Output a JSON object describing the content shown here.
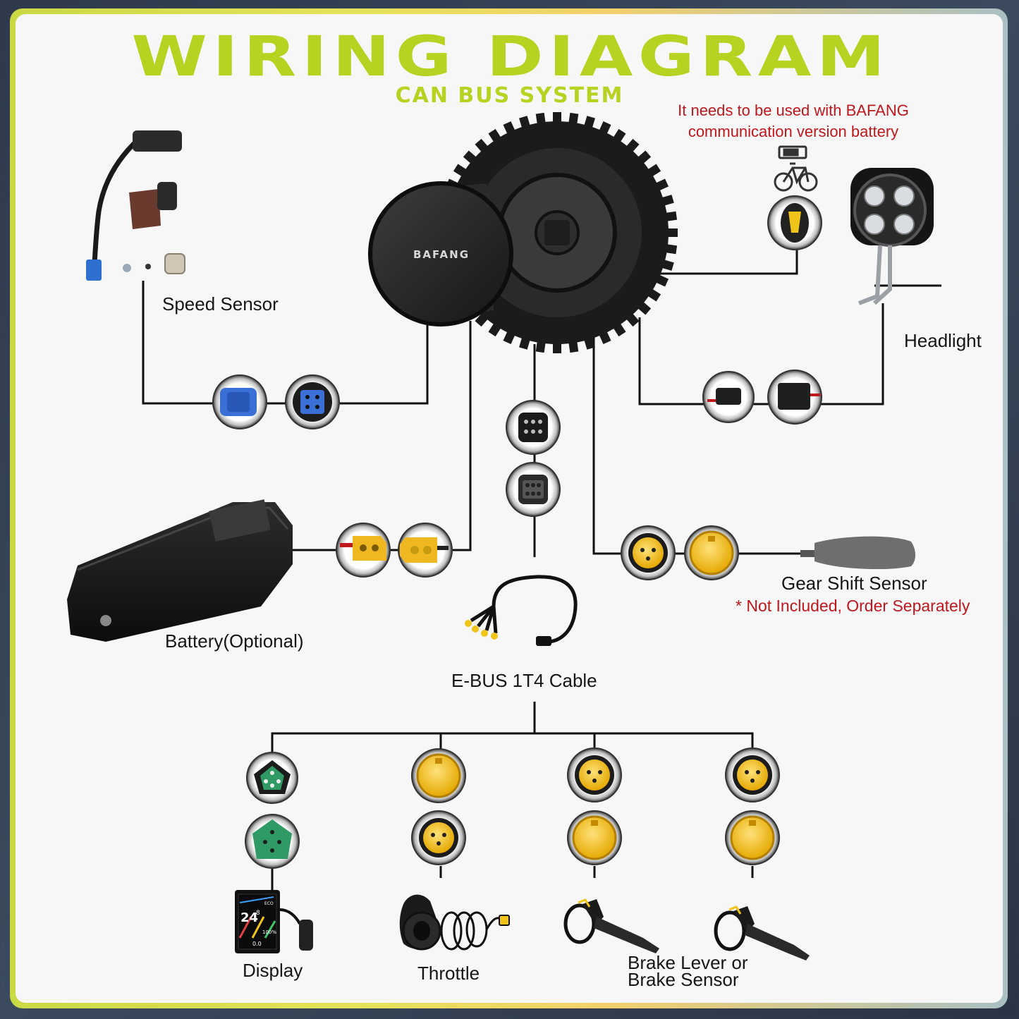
{
  "title": "WIRING DIAGRAM",
  "subtitle": "CAN BUS SYSTEM",
  "battery_note": {
    "line1": "It needs to be used with BAFANG",
    "line2": "communication version battery"
  },
  "motor_brand": "BAFANG",
  "labels": {
    "speed_sensor": "Speed Sensor",
    "headlight": "Headlight",
    "battery": "Battery(Optional)",
    "gear_shift_sensor": "Gear Shift Sensor",
    "not_included": "* Not Included, Order Separately",
    "ebus_cable": "E-BUS 1T4 Cable",
    "display": "Display",
    "throttle": "Throttle",
    "brake_line1": "Brake Lever or",
    "brake_line2": "Brake Sensor"
  },
  "display_screen": {
    "speed": "24",
    "speed_decimal": "8",
    "mode": "ECO",
    "battery_pct": "100%",
    "distance": "0.0"
  },
  "colors": {
    "title_green": "#b7d220",
    "note_red": "#c0171d",
    "wire": "#111111",
    "connector_yellow": "#f0c419",
    "connector_green": "#2f9a63",
    "connector_blue": "#3a6fd6"
  },
  "icons": {
    "battery_bike": "bike-battery-icon"
  }
}
